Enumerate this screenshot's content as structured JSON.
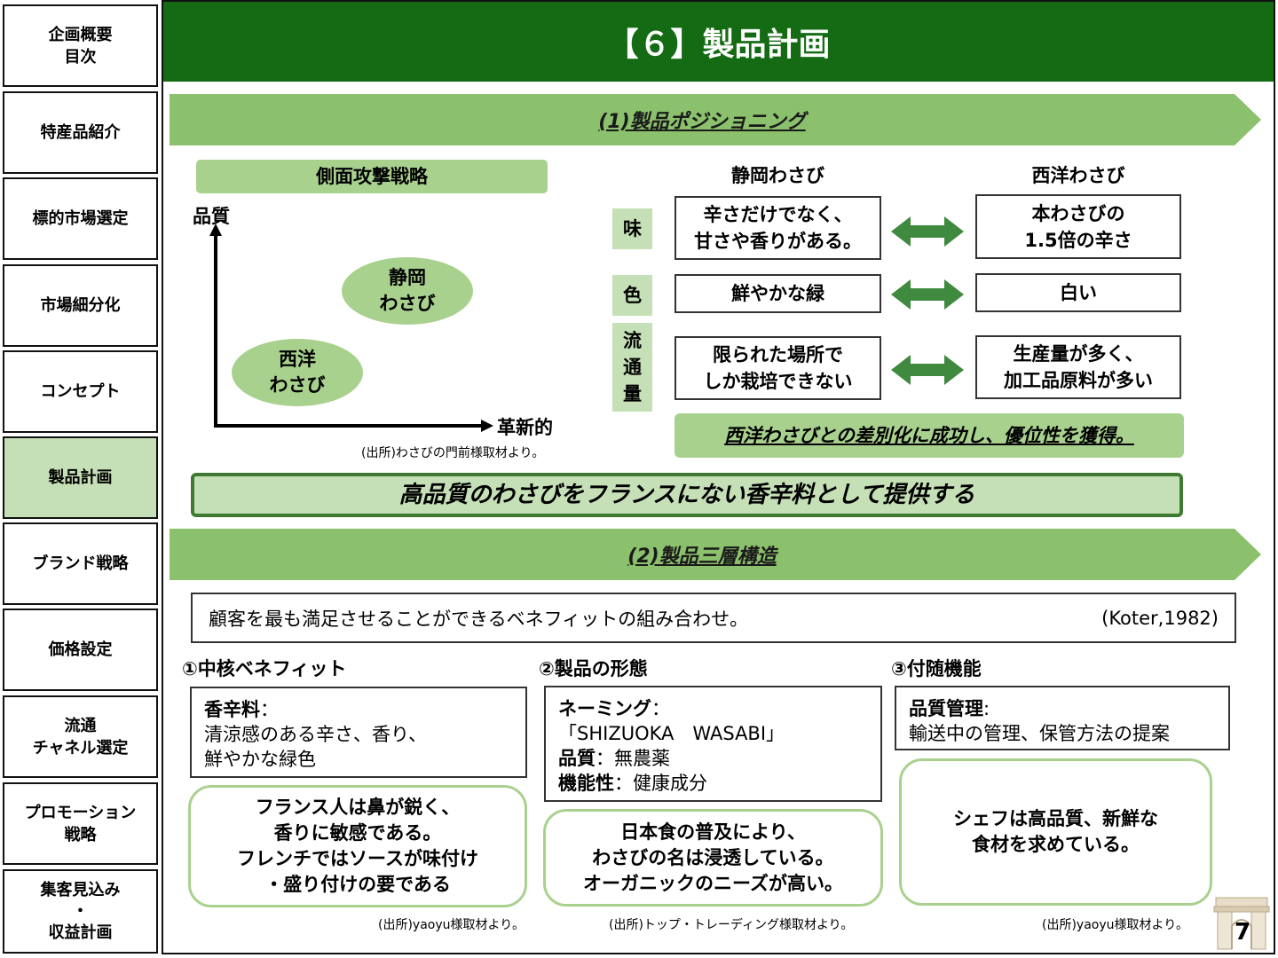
{
  "sidebar": {
    "items": [
      {
        "label": "企画概要\n目次"
      },
      {
        "label": "特産品紹介"
      },
      {
        "label": "標的市場選定"
      },
      {
        "label": "市場細分化"
      },
      {
        "label": "コンセプト"
      },
      {
        "label": "製品計画",
        "active": true
      },
      {
        "label": "ブランド戦略"
      },
      {
        "label": "価格設定"
      },
      {
        "label": "流通\nチャネル選定"
      },
      {
        "label": "プロモーション\n戦略"
      },
      {
        "label": "集客見込み\n・\n収益計画"
      }
    ]
  },
  "header": {
    "title": "【６】製品計画"
  },
  "section1": {
    "banner": "(1)製品ポジショニング",
    "strategy_label": "側面攻撃戦略",
    "y_axis": "品質",
    "x_axis": "革新的",
    "ellipse_shizuoka": "静岡\nわさび",
    "ellipse_western": "西洋\nわさび",
    "source": "(出所)わさびの門前様取材より。",
    "col_shizuoka": "静岡わさび",
    "col_western": "西洋わさび",
    "rows": [
      {
        "label": "味",
        "shizuoka": "辛さだけでなく、\n甘さや香りがある。",
        "western": "本わさびの\n1.5倍の辛さ"
      },
      {
        "label": "色",
        "shizuoka": "鮮やかな緑",
        "western": "白い"
      },
      {
        "label": "流\n通\n量",
        "shizuoka": "限られた場所で\nしか栽培できない",
        "western": "生産量が多く、\n加工品原料が多い"
      }
    ],
    "conclusion": "西洋わさびとの差別化に成功し、優位性を獲得。"
  },
  "statement": "高品質のわさびをフランスにない香辛料として提供する",
  "section2": {
    "banner": "(2)製品三層構造",
    "definition": "顧客を最も満足させることができるベネフィットの組み合わせ。",
    "citation": "(Koter,1982)",
    "col1": {
      "title": "①中核ベネフィット",
      "term": "香辛料",
      "sep": "：",
      "desc": "清涼感のある辛さ、香り、\n鮮やかな緑色",
      "bubble": "フランス人は鼻が鋭く、\n香りに敏感である。\nフレンチではソースが味付け\n・盛り付けの要である",
      "source": "(出所)yaoyu様取材より。"
    },
    "col2": {
      "title": "②製品の形態",
      "naming_term": "ネーミング",
      "naming_value": "「SHIZUOKA　WASABI」",
      "quality_term": "品質",
      "quality_value": "無農薬",
      "function_term": "機能性",
      "function_value": "健康成分",
      "sep": "：",
      "bubble": "日本食の普及により、\nわさびの名は浸透している。\nオーガニックのニーズが高い。",
      "source": "(出所)トップ・トレーディング様取材より。"
    },
    "col3": {
      "title": "③付随機能",
      "term": "品質管理",
      "sep": ":",
      "desc": "輸送中の管理、保管方法の提案",
      "bubble": "シェフは高品質、新鮮な\n食材を求めている。",
      "source": "(出所)yaoyu様取材より。"
    }
  },
  "page_number": "7",
  "colors": {
    "header_green": "#146b14",
    "banner_green": "#8bc16c",
    "light_green": "#c5dfb6",
    "ellipse_green": "#a9d18e",
    "arrow_green": "#3f8a3f"
  }
}
